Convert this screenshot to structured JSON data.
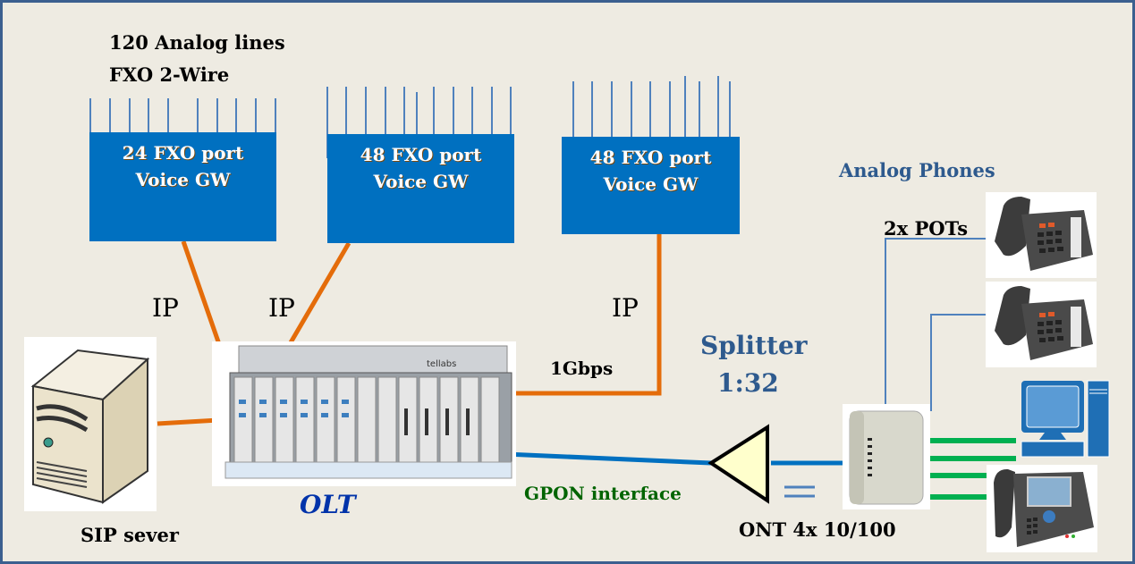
{
  "title": {
    "line1": "120  Analog lines",
    "line2": "FXO 2-Wire"
  },
  "gateways": [
    {
      "line1": "24 FXO port",
      "line2": "Voice GW"
    },
    {
      "line1": "48 FXO port",
      "line2": "Voice GW"
    },
    {
      "line1": "48 FXO port",
      "line2": "Voice GW"
    }
  ],
  "links": {
    "ip_labels": [
      "IP",
      "IP",
      "IP"
    ],
    "uplink_speed": "1Gbps",
    "gpon_label": "GPON interface"
  },
  "devices": {
    "sip_server": "SIP sever",
    "olt": "OLT",
    "olt_brand": "tellabs",
    "splitter_line1": "Splitter",
    "splitter_line2": "1:32",
    "ont": "ONT 4x 10/100",
    "phones_heading": "Analog Phones",
    "pots": "2x POTs"
  },
  "colors": {
    "gateway_fill": "#0070c0",
    "ip_link": "#e46c0a",
    "gpon_link": "#0070c0",
    "ethernet_link": "#00b050",
    "pots_link": "#4f81bd",
    "frame_border": "#3b5f8f",
    "background": "#eeebe2",
    "heading_blue": "#2e5a8e",
    "gpon_text": "#006400",
    "olt_text": "#0033aa"
  }
}
